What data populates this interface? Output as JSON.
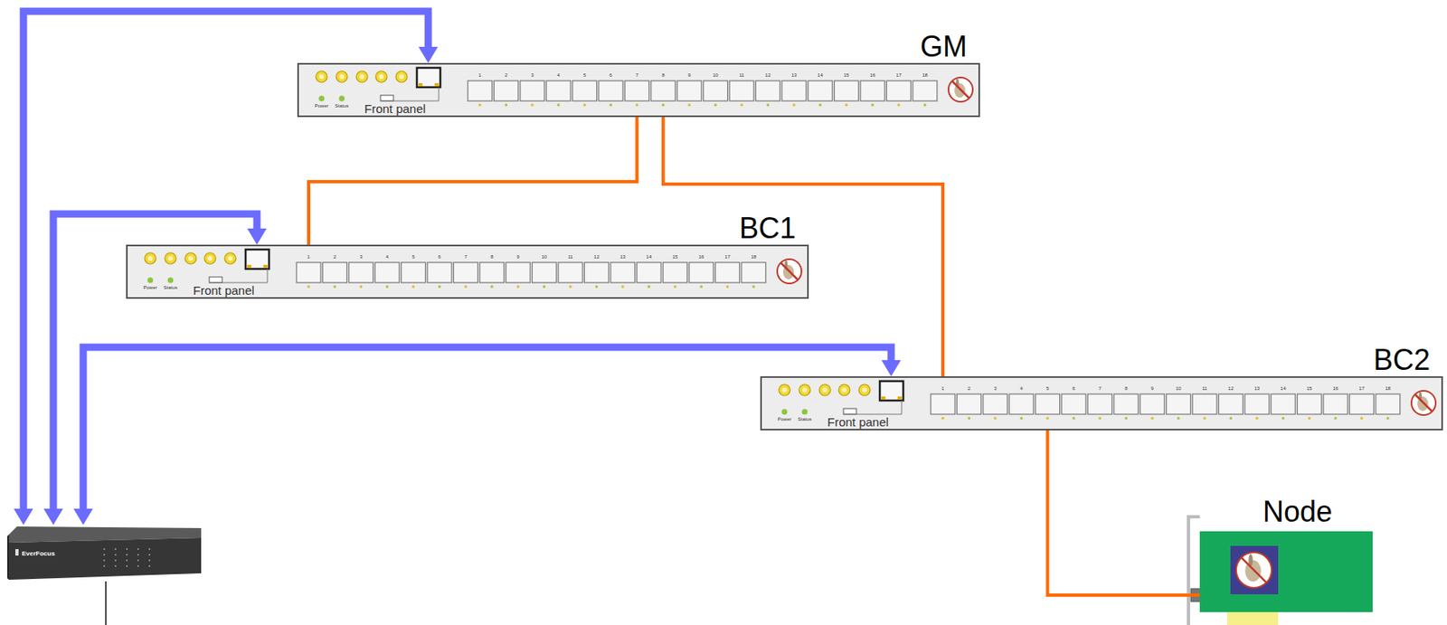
{
  "diagram": {
    "nodes": [
      {
        "text": [
          "GM"
        ]
      },
      {
        "text": [
          "BC1"
        ]
      },
      {
        "text": [
          "BC2"
        ]
      },
      {
        "text": [
          "Node"
        ]
      },
      {
        "text": [
          "EverFocus"
        ]
      }
    ],
    "edges": [
      {
        "from": 4,
        "to": 0,
        "arrow": "both"
      },
      {
        "from": 4,
        "to": 1,
        "arrow": "both"
      },
      {
        "from": 4,
        "to": 2,
        "arrow": "both"
      },
      {
        "from": 0,
        "to": 1,
        "arrow": "none"
      },
      {
        "from": 0,
        "to": 2,
        "arrow": "none"
      },
      {
        "from": 2,
        "to": 3,
        "arrow": "none"
      }
    ],
    "labels": [
      "Power",
      "Status",
      "Front panel",
      "1",
      "2",
      "3",
      "4",
      "5",
      "6",
      "7",
      "8",
      "9",
      "10",
      "11",
      "12",
      "13",
      "14",
      "15",
      "16",
      "17",
      "18",
      "Power",
      "Status",
      "Front panel",
      "1",
      "2",
      "3",
      "4",
      "5",
      "6",
      "7",
      "8",
      "9",
      "10",
      "11",
      "12",
      "13",
      "14",
      "15",
      "16",
      "17",
      "18",
      "Power",
      "Status",
      "Front panel",
      "1",
      "2",
      "3",
      "4",
      "5",
      "6",
      "7",
      "8",
      "9",
      "10",
      "11",
      "12",
      "13",
      "14",
      "15",
      "16",
      "17",
      "18"
    ]
  }
}
